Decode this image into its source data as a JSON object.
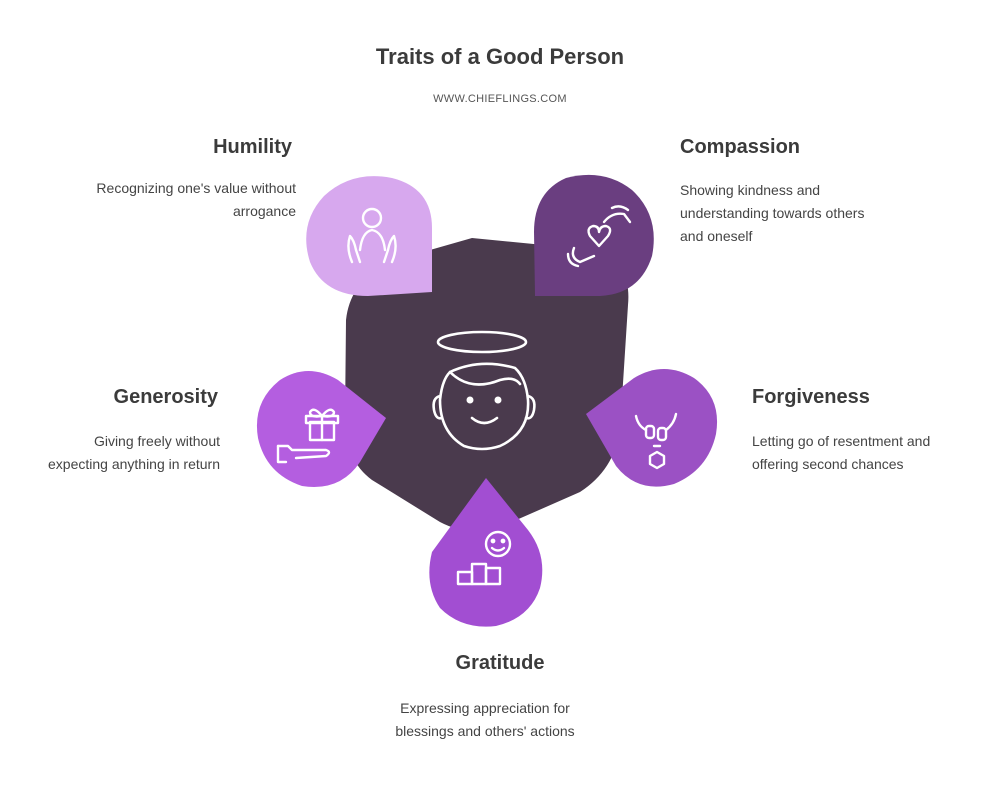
{
  "header": {
    "title": "Traits of a Good Person",
    "subtitle": "WWW.CHIEFLINGS.COM"
  },
  "center": {
    "icon": "angel-face-icon",
    "color": "#4a3a4d"
  },
  "traits": [
    {
      "key": "humility",
      "heading": "Humility",
      "description": "Recognizing one's value without arrogance",
      "icon": "hands-around-person-icon",
      "color": "#d7a8ee"
    },
    {
      "key": "compassion",
      "heading": "Compassion",
      "description": "Showing kindness and understanding towards others and oneself",
      "icon": "hands-with-heart-icon",
      "color": "#6a3e80"
    },
    {
      "key": "forgiveness",
      "heading": "Forgiveness",
      "description": "Letting go of resentment and offering second chances",
      "icon": "broken-chain-icon",
      "color": "#9b51c4"
    },
    {
      "key": "gratitude",
      "heading": "Gratitude",
      "description": "Expressing appreciation for blessings and others' actions",
      "icon": "smile-podium-icon",
      "color": "#a24ed2"
    },
    {
      "key": "generosity",
      "heading": "Generosity",
      "description": "Giving freely without expecting anything in return",
      "icon": "hand-with-gift-icon",
      "color": "#b45ee0"
    }
  ]
}
